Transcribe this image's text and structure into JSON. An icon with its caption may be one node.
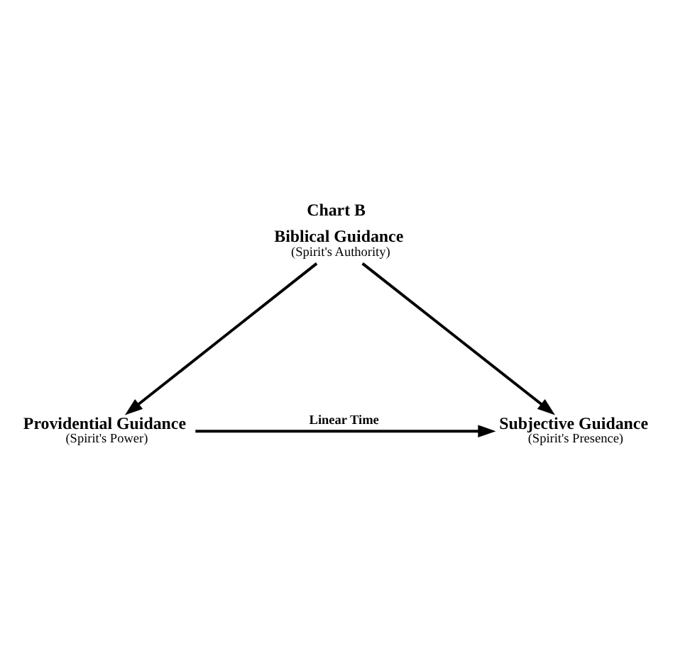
{
  "diagram": {
    "title": "Chart B",
    "nodes": [
      {
        "text": [
          "Biblical Guidance",
          "(Spirit's Authority)"
        ]
      },
      {
        "text": [
          "Providential Guidance",
          "(Spirit's Power)"
        ]
      },
      {
        "text": [
          "Subjective Guidance",
          "(Spirit's Presence)"
        ]
      }
    ],
    "edges": [
      {
        "from": 0,
        "to": 1,
        "arrow": "to"
      },
      {
        "from": 0,
        "to": 2,
        "arrow": "to"
      },
      {
        "from": 1,
        "to": 2,
        "arrow": "to",
        "label": "Linear Time"
      }
    ]
  }
}
